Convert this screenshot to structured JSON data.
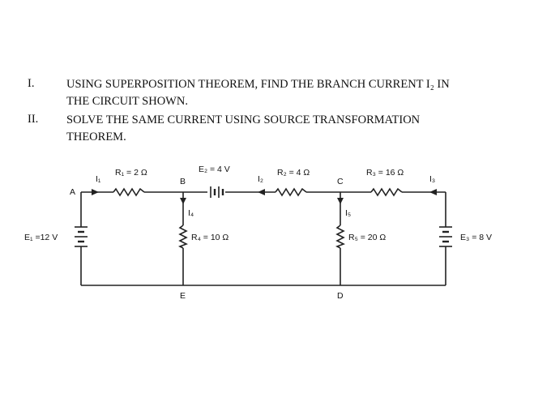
{
  "questions": [
    {
      "number": "I.",
      "lines": [
        "USING SUPERPOSITION THEOREM, FIND THE BRANCH CURRENT I₂ IN",
        "THE CIRCUIT SHOWN."
      ]
    },
    {
      "number": "II.",
      "lines": [
        "SOLVE THE SAME CURRENT USING SOURCE TRANSFORMATION",
        "THEOREM."
      ]
    }
  ],
  "circuit": {
    "nodes": {
      "A": "A",
      "B": "B",
      "C": "C",
      "D": "D",
      "E": "E"
    },
    "currents": {
      "I1": "I₁",
      "I2": "I₂",
      "I3": "I₃",
      "I4": "I₄",
      "I5": "I₅"
    },
    "components": {
      "R1": "R₁ = 2 Ω",
      "R2": "R₂ = 4 Ω",
      "R3": "R₃ = 16 Ω",
      "R4": "R₄ = 10 Ω",
      "R5": "R₅ = 20 Ω",
      "E1": "E₁ =12 V",
      "E2": "E₂ = 4 V",
      "E3": "E₃ = 8 V"
    }
  }
}
